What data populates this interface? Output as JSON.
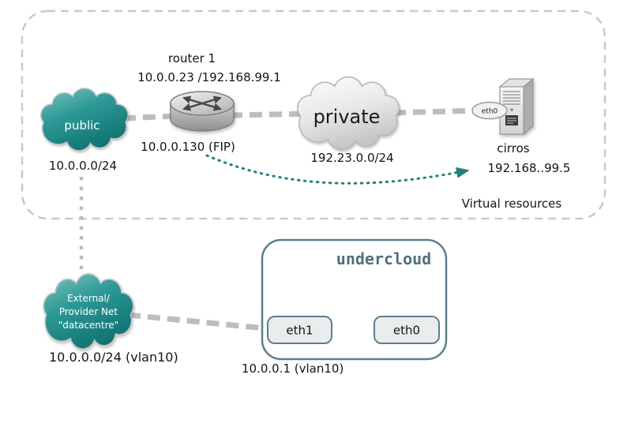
{
  "diagram": {
    "virtual_resources": {
      "box_label": "Virtual resources",
      "public_cloud": {
        "label": "public",
        "subnet": "10.0.0.0/24"
      },
      "router": {
        "name": "router 1",
        "addresses": "10.0.0.23 /192.168.99.1",
        "fip": "10.0.0.130 (FIP)"
      },
      "private_cloud": {
        "label": "private",
        "subnet": "192.23.0.0/24"
      },
      "vm": {
        "nic_label": "eth0",
        "name": "cirros",
        "ip": "192.168..99.5"
      }
    },
    "provider": {
      "cloud_line1": "External/",
      "cloud_line2": "Provider Net",
      "cloud_line3": "\"datacentre\"",
      "subnet": "10.0.0.0/24 (vlan10)"
    },
    "undercloud": {
      "title": "undercloud",
      "nic1_label": "eth1",
      "nic0_label": "eth0",
      "ip": "10.0.0.1 (vlan10)"
    },
    "colors": {
      "teal_dark": "#14807e",
      "teal_light": "#7cc4c0",
      "connector_gray": "#bdbdbd",
      "undercloud_border": "#5c7f8a",
      "arrow_teal": "#23807d",
      "outer_box_border": "#c9c9c9"
    }
  }
}
